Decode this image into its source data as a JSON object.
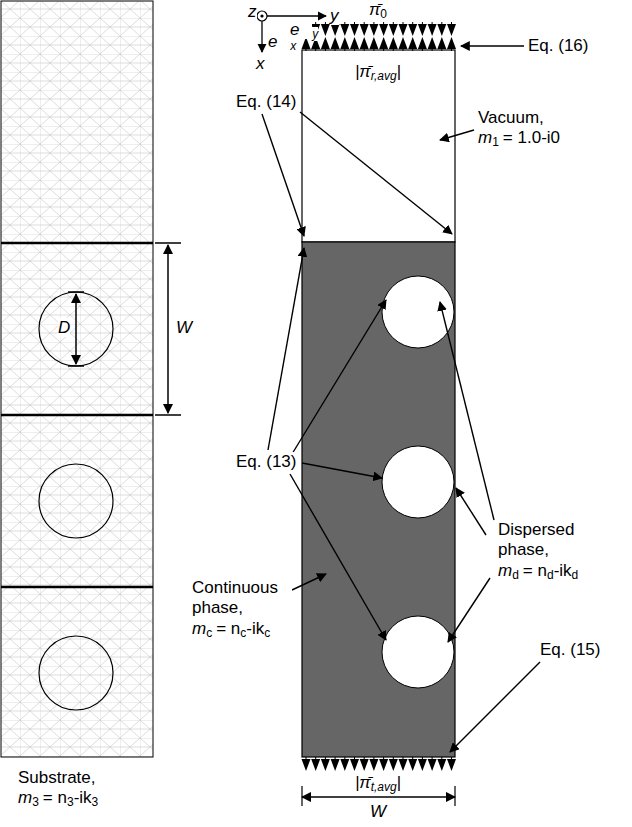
{
  "diagram": {
    "labels": [
      "z",
      "e⃗",
      "y",
      "y",
      "e⃗",
      "x",
      "x",
      "π̄",
      "0",
      "Eq. (16)",
      "|π̄",
      "r,avg",
      "|",
      "Eq. (14)",
      "Vacuum,",
      "m",
      "1",
      "= 1.0-i0",
      "D",
      "W",
      "Eq. (13)",
      "Dispersed phase,",
      "m",
      "d",
      "= n",
      "d",
      "-ik",
      "d",
      "Continuous phase,",
      "m",
      "c",
      "= n",
      "c",
      "-ik",
      "c",
      "Eq. (15)",
      "Substrate,",
      "m",
      "3",
      "= n",
      "3",
      "-ik",
      "3",
      "|π̄",
      "t,avg",
      "|",
      "W"
    ]
  }
}
